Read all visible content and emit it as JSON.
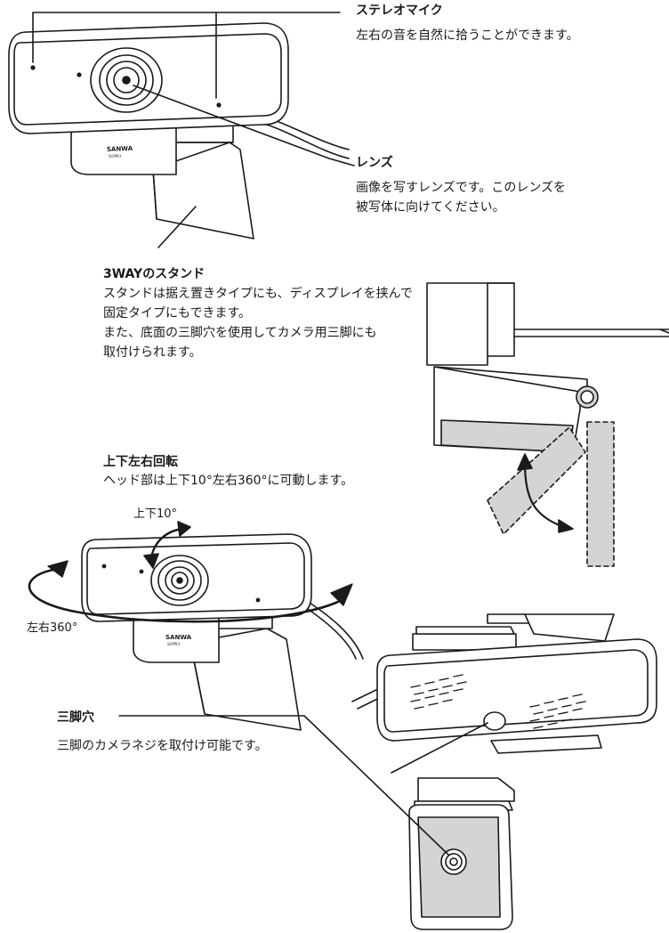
{
  "brand_logo_text": "SANWA SUPPLY",
  "stereo_mic": {
    "title": "ステレオマイク",
    "desc": "左右の音を自然に拾うことができます。"
  },
  "lens": {
    "title": "レンズ",
    "desc_line1": "画像を写すレンズです。このレンズを",
    "desc_line2": "被写体に向けてください。"
  },
  "stand": {
    "title": "3WAYのスタンド",
    "line1": "スタンドは据え置きタイプにも、ディスプレイを挟んで",
    "line2": "固定タイプにもできます。",
    "line3": "また、底面の三脚穴を使用してカメラ用三脚にも",
    "line4": "取付けられます。"
  },
  "rotation": {
    "title": "上下左右回転",
    "desc": "ヘッド部は上下10°左右360°に可動します。",
    "label_vertical": "上下10°",
    "label_horizontal": "左右360°"
  },
  "tripod": {
    "title": "三脚穴",
    "desc": "三脚のカメラネジを取付け可能です。"
  },
  "colors": {
    "line": "#1a1a1a",
    "stand_fill": "#d4d4d4",
    "body_fill": "#ffffff"
  }
}
